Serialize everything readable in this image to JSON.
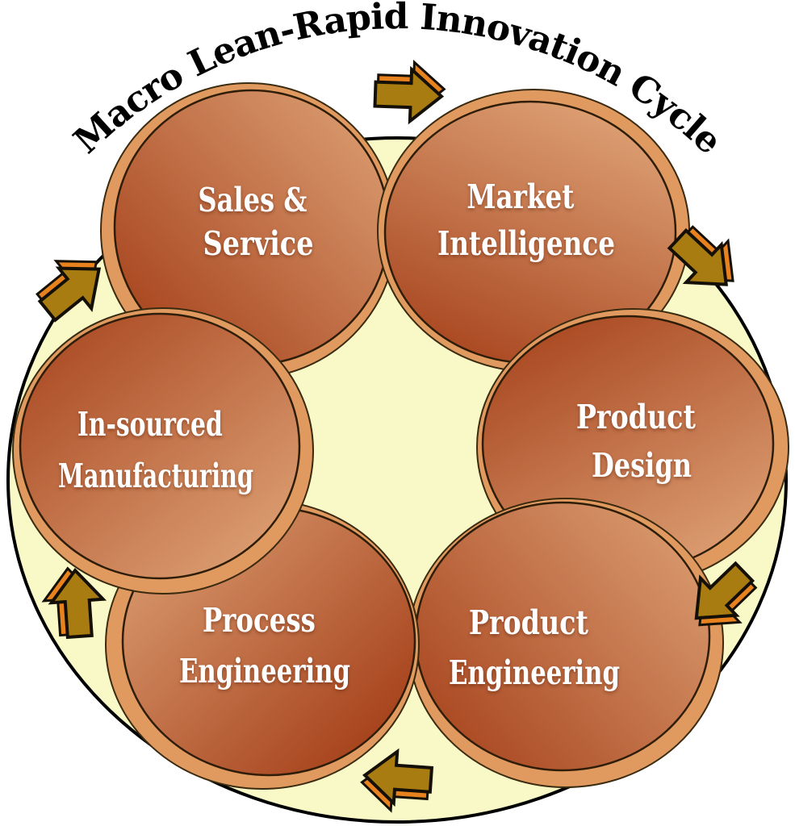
{
  "title": "Macro Lean-Rapid Innovation Cycle",
  "diagram": {
    "type": "cycle",
    "direction": "clockwise",
    "stages": [
      {
        "name": "sales-service",
        "label": "Sales & Service",
        "line1": "Sales &",
        "line2": "Service"
      },
      {
        "name": "market-intelligence",
        "label": "Market Intelligence",
        "line1": "Market",
        "line2": "Intelligence"
      },
      {
        "name": "product-design",
        "label": "Product Design",
        "line1": "Product",
        "line2": "Design"
      },
      {
        "name": "product-engineering",
        "label": "Product Engineering",
        "line1": "Product",
        "line2": "Engineering"
      },
      {
        "name": "process-engineering",
        "label": "Process Engineering",
        "line1": "Process",
        "line2": "Engineering"
      },
      {
        "name": "in-sourced-manufacturing",
        "label": "In-sourced Manufacturing",
        "line1": "In-sourced",
        "line2": "Manufacturing"
      }
    ],
    "arrows": [
      {
        "name": "arrow-top",
        "from": "Sales & Service",
        "to": "Market Intelligence",
        "points": "right"
      },
      {
        "name": "arrow-right-upper",
        "from": "Market Intelligence",
        "to": "Product Design",
        "points": "down-right"
      },
      {
        "name": "arrow-right-lower",
        "from": "Product Design",
        "to": "Product Engineering",
        "points": "down-left"
      },
      {
        "name": "arrow-bottom",
        "from": "Product Engineering",
        "to": "Process Engineering",
        "points": "left"
      },
      {
        "name": "arrow-left-lower",
        "from": "Process Engineering",
        "to": "In-sourced Manufacturing",
        "points": "up"
      },
      {
        "name": "arrow-left-upper",
        "from": "In-sourced Manufacturing",
        "to": "Sales & Service",
        "points": "up-right"
      }
    ],
    "colors": {
      "background": "#FFFFFF",
      "ring_fill": "#F8F9C6",
      "ring_outline": "#000000",
      "circle_dark": "#A6421C",
      "circle_light": "#DC9E72",
      "circle_outline": "#2E1D08",
      "halo": "#E09A5F",
      "halo_outline": "#3A2A10",
      "arrow_fill": "#A87C10",
      "arrow_outline": "#141007",
      "arrow_accent": "#E8821E",
      "title_color": "#000000",
      "label_color": "#FFFFFF"
    }
  }
}
